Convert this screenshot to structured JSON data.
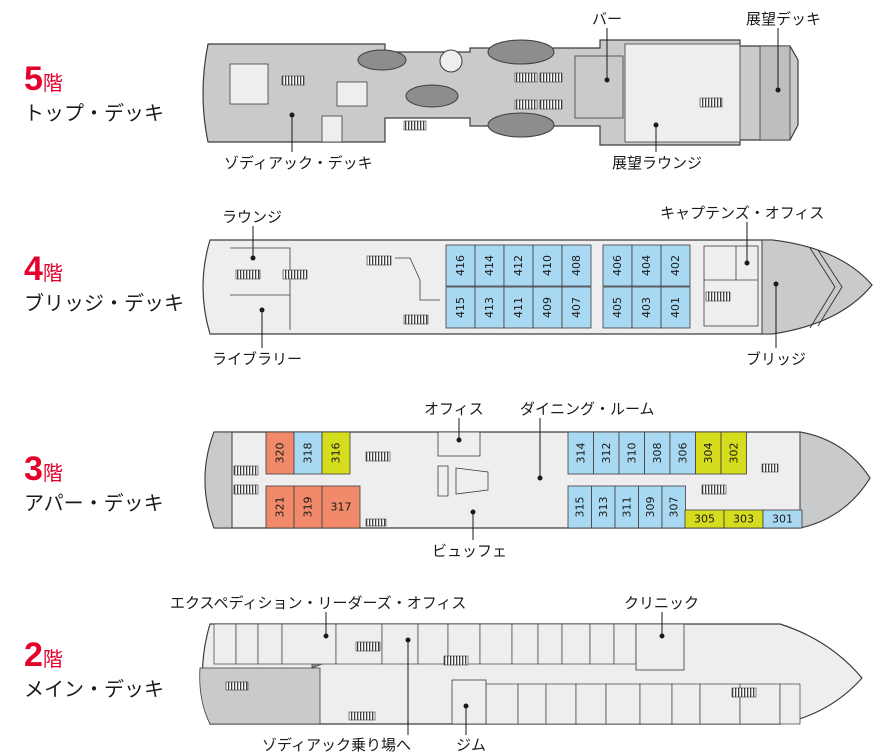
{
  "colors": {
    "deck_gray": "#c9cacb",
    "deck_light": "#eeeeee",
    "outline": "#3d3d3d",
    "cabin_blue": "#a9d9f2",
    "cabin_yellow": "#d6dc1e",
    "cabin_orange": "#f08a6a",
    "accent_red": "#e4002b"
  },
  "decks": [
    {
      "id": "deck5",
      "number": "5",
      "kai": "階",
      "name": "トップ・デッキ",
      "labels": {
        "bar": "バー",
        "observation_deck": "展望デッキ",
        "zodiac_deck": "ゾディアック・デッキ",
        "observation_lounge": "展望ラウンジ"
      }
    },
    {
      "id": "deck4",
      "number": "4",
      "kai": "階",
      "name": "ブリッジ・デッキ",
      "labels": {
        "lounge": "ラウンジ",
        "captains_office": "キャプテンズ・オフィス",
        "library": "ライブラリー",
        "bridge": "ブリッジ"
      },
      "cabins_top": [
        "416",
        "414",
        "412",
        "410",
        "408",
        "406",
        "404",
        "402"
      ],
      "cabins_bottom": [
        "415",
        "413",
        "411",
        "409",
        "407",
        "405",
        "403",
        "401"
      ]
    },
    {
      "id": "deck3",
      "number": "3",
      "kai": "階",
      "name": "アパー・デッキ",
      "labels": {
        "office": "オフィス",
        "dining_room": "ダイニング・ルーム",
        "buffet": "ビュッフェ"
      },
      "cabins_aft_top": [
        "320",
        "318",
        "316"
      ],
      "cabins_aft_bottom": [
        "321",
        "319",
        "317"
      ],
      "cabins_fwd_top": [
        "314",
        "312",
        "310",
        "308",
        "306",
        "304",
        "302"
      ],
      "cabins_fwd_bottom": [
        "315",
        "313",
        "311",
        "309",
        "307"
      ],
      "cabins_fwd_low": [
        "305",
        "303",
        "301"
      ]
    },
    {
      "id": "deck2",
      "number": "2",
      "kai": "階",
      "name": "メイン・デッキ",
      "labels": {
        "expedition_office": "エクスペディション・リーダーズ・オフィス",
        "clinic": "クリニック",
        "zodiac_boarding": "ゾディアック乗り場へ",
        "gym": "ジム"
      }
    }
  ]
}
